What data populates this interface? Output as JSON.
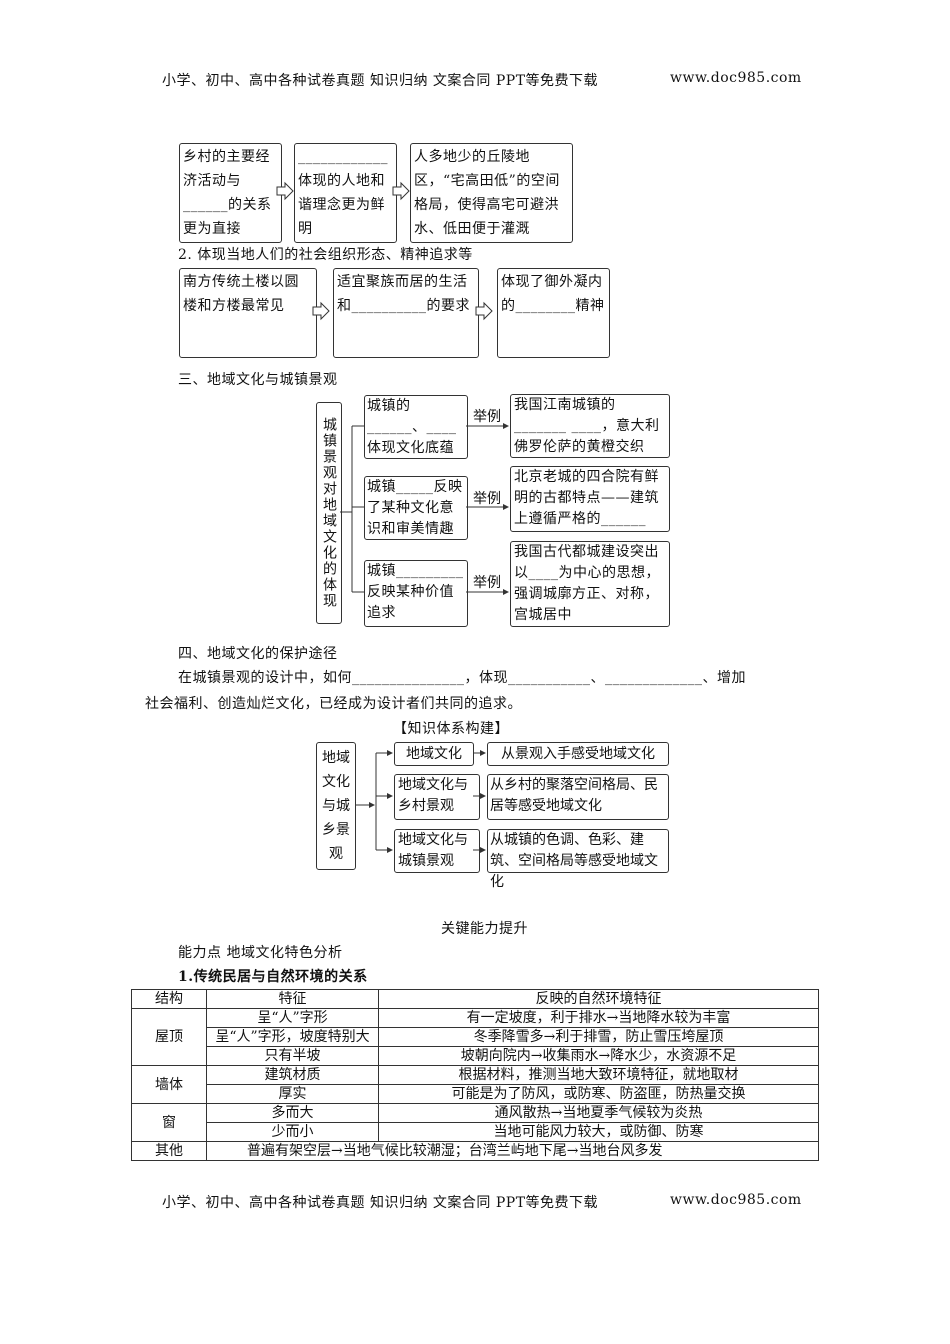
{
  "header": {
    "text": "小学、初中、高中各种试卷真题  知识归纳  文案合同  PPT等免费下载",
    "url": "www.doc985.com"
  },
  "footer": {
    "text": "小学、初中、高中各种试卷真题  知识归纳  文案合同  PPT等免费下载",
    "url": "www.doc985.com"
  },
  "row1": {
    "b1": "乡村的主要经济活动与______的关系更为直接",
    "b2": "____________体现的人地和谐理念更为鲜明",
    "b3": "人多地少的丘陵地区，“宅高田低”的空间格局，使得高宅可避洪水、低田便于灌溉"
  },
  "sec2_title": "2.  体现当地人们的社会组织形态、精神追求等",
  "row2": {
    "b1": "南方传统土楼以圆楼和方楼最常见",
    "b2": "适宜聚族而居的生活和__________的要求",
    "b3": "体现了御外凝内的________精神"
  },
  "sec3_title": "三、地域文化与城镇景观",
  "tree3": {
    "root": "城镇景观对地域文化的体现",
    "mid": [
      "城镇的______、____体现文化底蕴",
      "城镇_____反映了某种文化意识和审美情趣",
      "城镇_________反映某种价值追求"
    ],
    "label": "举例",
    "leaf": [
      "我国江南城镇的_______ ____，意大利佛罗伦萨的黄橙交织",
      "北京老城的四合院有鲜明的古都特点——建筑上遵循严格的______",
      "我国古代都城建设突出以____为中心的思想，强调城廓方正、对称，宫城居中"
    ]
  },
  "sec4_title": "四、地域文化的保护途径",
  "sec4_para1": "在城镇景观的设计中，如何_______________，体现___________、_____________、增加",
  "sec4_para2": "社会福利、创造灿烂文化，已经成为设计者们共同的追求。",
  "kg_title": "【知识体系构建】",
  "kg": {
    "root": "地域文化与城乡景观",
    "mid": [
      "地域文化",
      "地域文化与乡村景观",
      "地域文化与城镇景观"
    ],
    "leaf": [
      "从景观入手感受地域文化",
      "从乡村的聚落空间格局、民居等感受地域文化",
      "从城镇的色调、色彩、建筑、空间格局等感受地域文化"
    ]
  },
  "key_title": "关键能力提升",
  "ability": "能力点   地域文化特色分析",
  "table_title": "1.传统民居与自然环境的关系",
  "table": {
    "headers": [
      "结构",
      "特征",
      "反映的自然环境特征"
    ],
    "groups": [
      {
        "name": "屋顶",
        "rows": [
          [
            "呈“人”字形",
            "有一定坡度，利于排水→当地降水较为丰富"
          ],
          [
            "呈“人”字形，坡度特别大",
            "冬季降雪多→利于排雪，防止雪压垮屋顶"
          ],
          [
            "只有半坡",
            "坡朝向院内→收集雨水→降水少，水资源不足"
          ]
        ]
      },
      {
        "name": "墙体",
        "rows": [
          [
            "建筑材质",
            "根据材料，推测当地大致环境特征，就地取材"
          ],
          [
            "厚实",
            "可能是为了防风，或防寒、防盗匪，防热量交换"
          ]
        ]
      },
      {
        "name": "窗",
        "rows": [
          [
            "多而大",
            "通风散热→当地夏季气候较为炎热"
          ],
          [
            "少而小",
            "当地可能风力较大，或防御、防寒"
          ]
        ]
      }
    ],
    "other": {
      "name": "其他",
      "text": "普遍有架空层→当地气候比较潮湿；台湾兰屿地下尾→当地台风多发"
    }
  }
}
